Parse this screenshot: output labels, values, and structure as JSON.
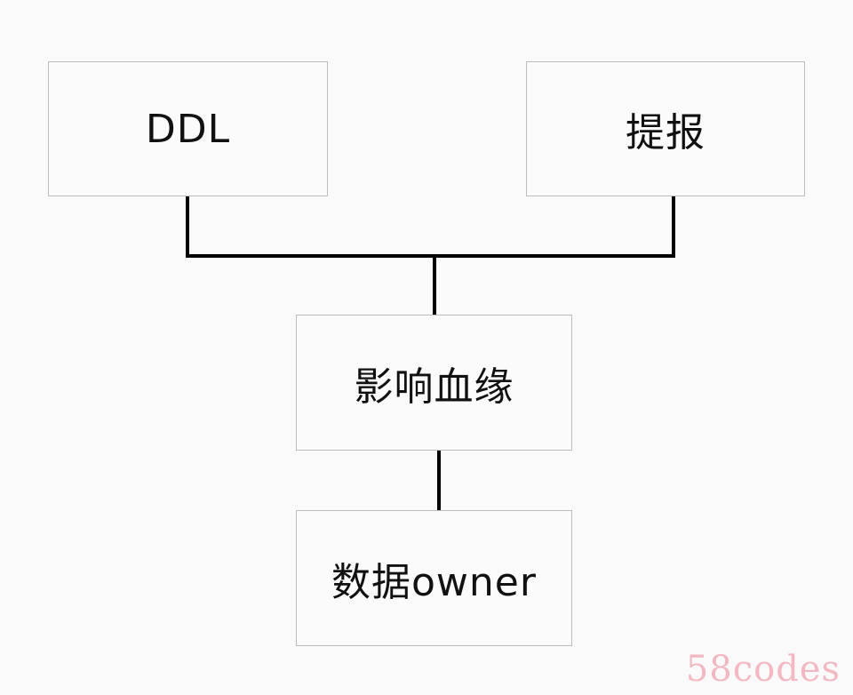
{
  "diagram": {
    "nodes": {
      "ddl": "DDL",
      "report": "提报",
      "impact_lineage": "影响血缘",
      "data_owner": "数据owner"
    },
    "edges": [
      [
        "DDL",
        "影响血缘"
      ],
      [
        "提报",
        "影响血缘"
      ],
      [
        "影响血缘",
        "数据owner"
      ]
    ]
  },
  "watermark": "58codes"
}
